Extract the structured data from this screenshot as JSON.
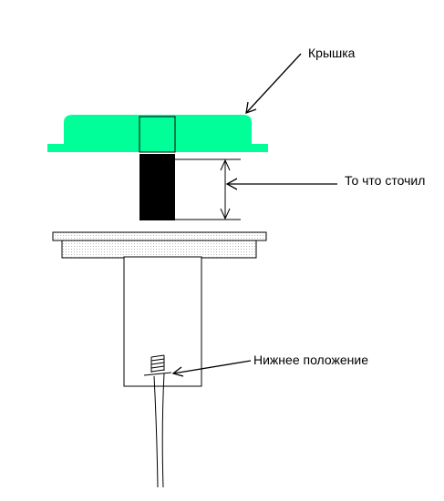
{
  "labels": {
    "lid": "Крышка",
    "removed": "То что сточил",
    "lower_position": "Нижнее положение"
  },
  "colors": {
    "lid": "#00ff99",
    "removed": "#000000",
    "outline": "#000000",
    "background": "#ffffff"
  }
}
